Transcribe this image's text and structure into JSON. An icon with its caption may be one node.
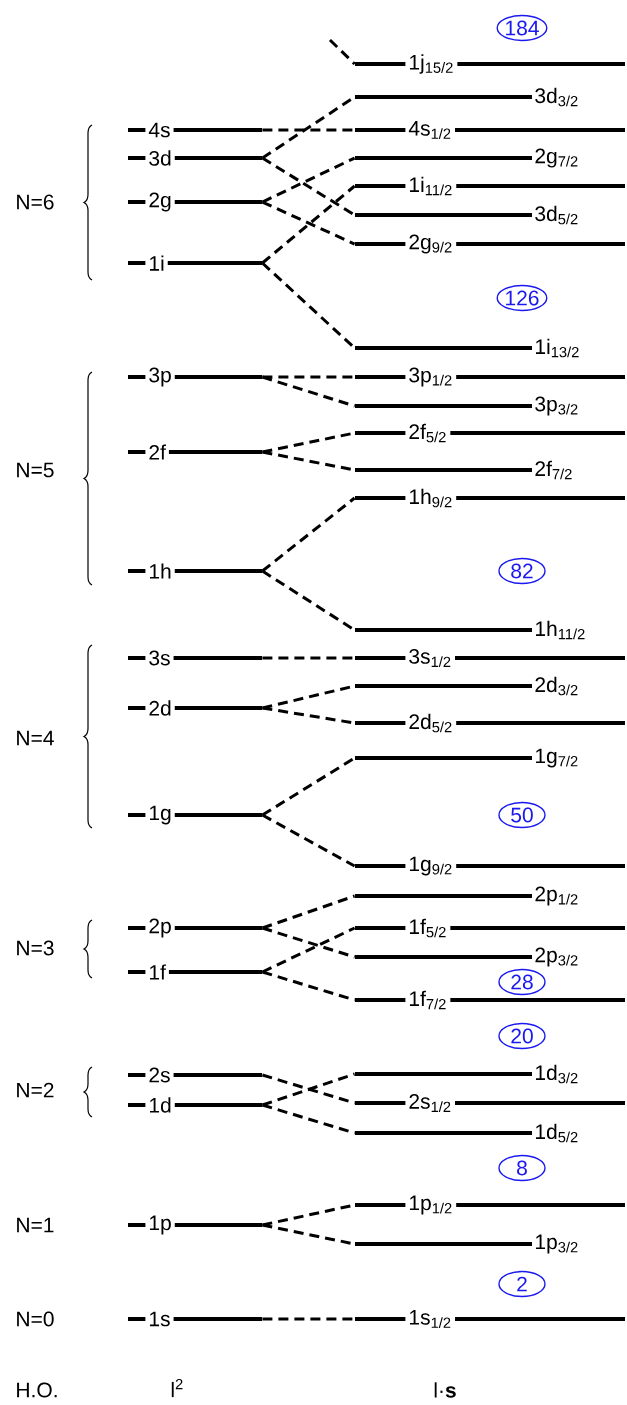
{
  "diagram": {
    "nodes": [
      {
        "text": [
          "4s"
        ]
      },
      {
        "text": [
          "3d"
        ]
      },
      {
        "text": [
          "2g"
        ]
      },
      {
        "text": [
          "1i"
        ]
      },
      {
        "text": [
          "3p"
        ]
      },
      {
        "text": [
          "2f"
        ]
      },
      {
        "text": [
          "1h"
        ]
      },
      {
        "text": [
          "3s"
        ]
      },
      {
        "text": [
          "2d"
        ]
      },
      {
        "text": [
          "1g"
        ]
      },
      {
        "text": [
          "2p"
        ]
      },
      {
        "text": [
          "1f"
        ]
      },
      {
        "text": [
          "2s"
        ]
      },
      {
        "text": [
          "1d"
        ]
      },
      {
        "text": [
          "1p"
        ]
      },
      {
        "text": [
          "1s"
        ]
      },
      {
        "text": [
          "1j$_{15/2}$"
        ]
      },
      {
        "text": [
          "3d$_{3/2}$"
        ]
      },
      {
        "text": [
          "4s$_{1/2}$"
        ]
      },
      {
        "text": [
          "2g$_{7/2}$"
        ]
      },
      {
        "text": [
          "1i$_{11/2}$"
        ]
      },
      {
        "text": [
          "3d$_{5/2}$"
        ]
      },
      {
        "text": [
          "2g$_{9/2}$"
        ]
      },
      {
        "text": [
          "1i$_{13/2}$"
        ]
      },
      {
        "text": [
          "3p$_{1/2}$"
        ]
      },
      {
        "text": [
          "3p$_{3/2}$"
        ]
      },
      {
        "text": [
          "2f$_{5/2}$"
        ]
      },
      {
        "text": [
          "2f$_{7/2}$"
        ]
      },
      {
        "text": [
          "1h$_{9/2}$"
        ]
      },
      {
        "text": [
          "1h$_{11/2}$"
        ]
      },
      {
        "text": [
          "3s$_{1/2}$"
        ]
      },
      {
        "text": [
          "2d$_{3/2}$"
        ]
      },
      {
        "text": [
          "2d$_{5/2}$"
        ]
      },
      {
        "text": [
          "1g$_{7/2}$"
        ]
      },
      {
        "text": [
          "1g$_{9/2}$"
        ]
      },
      {
        "text": [
          "2p$_{1/2}$"
        ]
      },
      {
        "text": [
          "1f$_{5/2}$"
        ]
      },
      {
        "text": [
          "2p$_{3/2}$"
        ]
      },
      {
        "text": [
          "1f$_{7/2}$"
        ]
      },
      {
        "text": [
          "1d$_{3/2}$"
        ]
      },
      {
        "text": [
          "2s$_{1/2}$"
        ]
      },
      {
        "text": [
          "1d$_{5/2}$"
        ]
      },
      {
        "text": [
          "1p$_{1/2}$"
        ]
      },
      {
        "text": [
          "1p$_{3/2}$"
        ]
      },
      {
        "text": [
          "1s$_{1/2}$"
        ]
      },
      {
        "text": [
          "184"
        ]
      },
      {
        "text": [
          "126"
        ]
      },
      {
        "text": [
          "82"
        ]
      },
      {
        "text": [
          "50"
        ]
      },
      {
        "text": [
          "28"
        ]
      },
      {
        "text": [
          "20"
        ]
      },
      {
        "text": [
          "8"
        ]
      },
      {
        "text": [
          "2"
        ]
      }
    ],
    "edges": [
      {
        "from": null,
        "to": 16,
        "arrow": "none",
        "style": "dashed"
      },
      {
        "from": 0,
        "to": 18,
        "arrow": "none",
        "style": "dashed"
      },
      {
        "from": 1,
        "to": 17,
        "arrow": "none",
        "style": "dashed"
      },
      {
        "from": 1,
        "to": 21,
        "arrow": "none",
        "style": "dashed"
      },
      {
        "from": 2,
        "to": 19,
        "arrow": "none",
        "style": "dashed"
      },
      {
        "from": 2,
        "to": 22,
        "arrow": "none",
        "style": "dashed"
      },
      {
        "from": 3,
        "to": 20,
        "arrow": "none",
        "style": "dashed"
      },
      {
        "from": 3,
        "to": 23,
        "arrow": "none",
        "style": "dashed"
      },
      {
        "from": 4,
        "to": 24,
        "arrow": "none",
        "style": "dashed"
      },
      {
        "from": 4,
        "to": 25,
        "arrow": "none",
        "style": "dashed"
      },
      {
        "from": 5,
        "to": 26,
        "arrow": "none",
        "style": "dashed"
      },
      {
        "from": 5,
        "to": 27,
        "arrow": "none",
        "style": "dashed"
      },
      {
        "from": 6,
        "to": 28,
        "arrow": "none",
        "style": "dashed"
      },
      {
        "from": 6,
        "to": 29,
        "arrow": "none",
        "style": "dashed"
      },
      {
        "from": 7,
        "to": 30,
        "arrow": "none",
        "style": "dashed"
      },
      {
        "from": 8,
        "to": 31,
        "arrow": "none",
        "style": "dashed"
      },
      {
        "from": 8,
        "to": 32,
        "arrow": "none",
        "style": "dashed"
      },
      {
        "from": 9,
        "to": 33,
        "arrow": "none",
        "style": "dashed"
      },
      {
        "from": 9,
        "to": 34,
        "arrow": "none",
        "style": "dashed"
      },
      {
        "from": 10,
        "to": 35,
        "arrow": "none",
        "style": "dashed"
      },
      {
        "from": 10,
        "to": 37,
        "arrow": "none",
        "style": "dashed"
      },
      {
        "from": 11,
        "to": 36,
        "arrow": "none",
        "style": "dashed"
      },
      {
        "from": 11,
        "to": 38,
        "arrow": "none",
        "style": "dashed"
      },
      {
        "from": 12,
        "to": 40,
        "arrow": "none",
        "style": "dashed"
      },
      {
        "from": 13,
        "to": 39,
        "arrow": "none",
        "style": "dashed"
      },
      {
        "from": 13,
        "to": 41,
        "arrow": "none",
        "style": "dashed"
      },
      {
        "from": 14,
        "to": 42,
        "arrow": "none",
        "style": "dashed"
      },
      {
        "from": 14,
        "to": 43,
        "arrow": "none",
        "style": "dashed"
      },
      {
        "from": 15,
        "to": 44,
        "arrow": "none",
        "style": "dashed"
      }
    ],
    "labels": [
      "N=6",
      "N=5",
      "N=4",
      "N=3",
      "N=2",
      "N=1",
      "N=0",
      "H.O.",
      "l$^{2}$",
      "l·**s**"
    ]
  }
}
